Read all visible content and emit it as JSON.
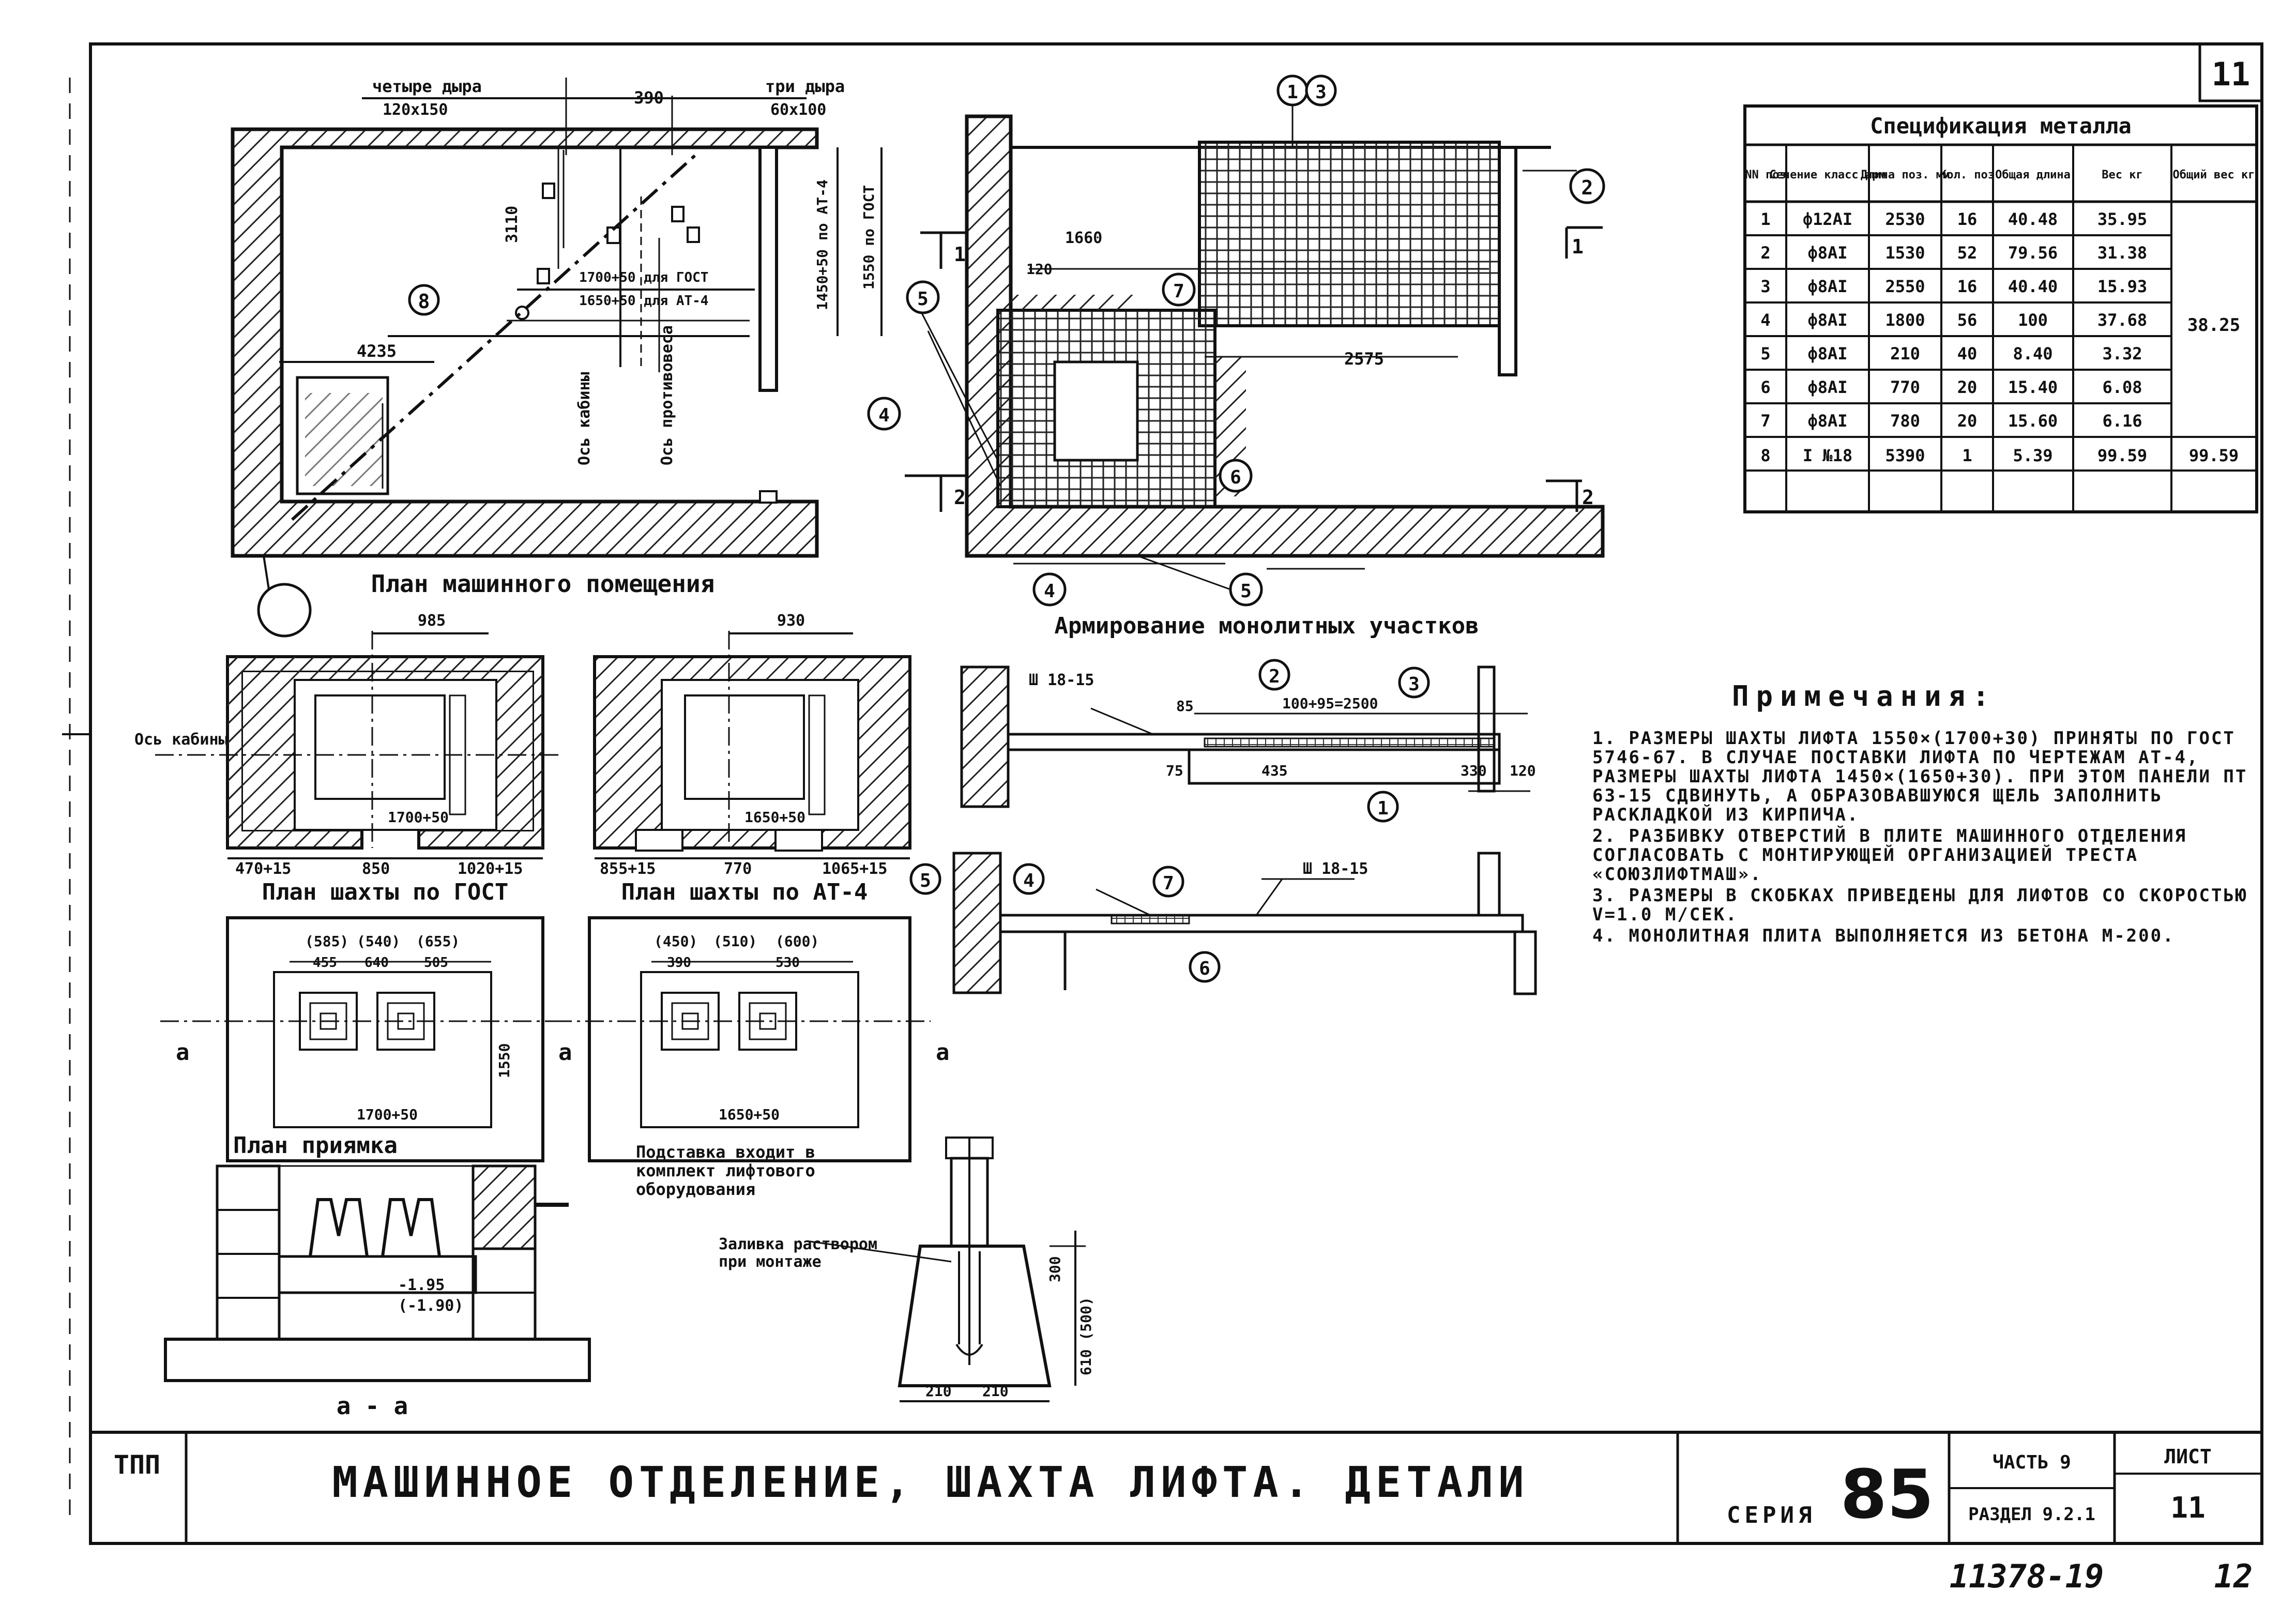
{
  "sheet": {
    "number_top": "11",
    "stamp": "ТПП",
    "title": "МАШИННОЕ ОТДЕЛЕНИЕ, ШАХТА ЛИФТА. ДЕТАЛИ",
    "series_label": "СЕРИЯ",
    "series_value": "85",
    "part": "ЧАСТЬ 9",
    "section": "РАЗДЕЛ 9.2.1",
    "sheet_label": "ЛИСТ",
    "sheet_value": "11",
    "inventory": "11378-19",
    "page": "12"
  },
  "captions": {
    "machine_room_plan": "План машинного помещения",
    "monolithic_reinforcement": "Армирование монолитных участков",
    "shaft_plan_gost": "План шахты по ГОСТ",
    "shaft_plan_at4": "План шахты по АТ-4",
    "pit_plan": "План приямка",
    "section_aa": "а - а",
    "stand_note": "Подставка входит в комплект лифтового оборудования",
    "fixing_note": "Заливка раствором при монтаже"
  },
  "dims": {
    "four_holes": "четыре дыра",
    "four_holes_size": "120х150",
    "three_holes": "три дыра",
    "three_holes_size": "60х100",
    "d_390": "390",
    "d_4235": "4235",
    "d_3110": "3110",
    "d_1660": "1660",
    "d_2575": "2575",
    "d_120": "120",
    "d_1450": "1450+50 по АТ-4",
    "d_1550": "1550 по ГОСТ",
    "d_1700": "1700+50 для ГОСТ",
    "d_1650": "1650+50 для АТ-4",
    "axis_cabin": "Ось кабины",
    "axis_counterweight": "Ось противовеса",
    "d_985": "985",
    "d_930": "930",
    "d_470": "470+15",
    "d_850": "850",
    "d_1020": "1020+15",
    "d_855": "855+15",
    "d_770": "770",
    "d_1065": "1065+15",
    "d_1700_50": "1700+50",
    "d_1650_50": "1650+50",
    "p_585": "(585)",
    "p_540": "(540)",
    "p_655": "(655)",
    "p_450": "(450)",
    "p_510": "(510)",
    "p_600": "(600)",
    "d_455": "455",
    "d_640": "640",
    "d_505": "505",
    "d_390b": "390",
    "d_530": "530",
    "d_1550b": "1550",
    "beam_label": "Ш 18-15",
    "rebar_spacing": "100+95=2500",
    "d_85": "85",
    "d_75": "75",
    "d_435": "435",
    "d_330": "330",
    "d_120b": "120",
    "lvl_1": "-1.95",
    "lvl_2": "(-1.90)",
    "d_300": "300",
    "d_610": "610 (500)",
    "d_210a": "210",
    "d_210b": "210",
    "section_1": "1",
    "section_2": "2",
    "mark_a": "а",
    "axis_short": "Ось кабины"
  },
  "callouts": [
    "1",
    "2",
    "3",
    "4",
    "5",
    "6",
    "7",
    "8"
  ],
  "spec_table": {
    "title": "Спецификация металла",
    "headers": [
      "NN поз",
      "Сечение класс арм",
      "Длина поз. мм",
      "Кол. поз",
      "Общая длина",
      "Вес кг",
      "Общий вес кг"
    ],
    "rows": [
      [
        "1",
        "ф12АI",
        "2530",
        "16",
        "40.48",
        "35.95"
      ],
      [
        "2",
        "ф8АI",
        "1530",
        "52",
        "79.56",
        "31.38"
      ],
      [
        "3",
        "ф8АI",
        "2550",
        "16",
        "40.40",
        "15.93"
      ],
      [
        "4",
        "ф8АI",
        "1800",
        "56",
        "100",
        "37.68"
      ],
      [
        "5",
        "ф8АI",
        "210",
        "40",
        "8.40",
        "3.32"
      ],
      [
        "6",
        "ф8АI",
        "770",
        "20",
        "15.40",
        "6.08"
      ],
      [
        "7",
        "ф8АI",
        "780",
        "20",
        "15.60",
        "6.16"
      ],
      [
        "8",
        "I №18",
        "5390",
        "1",
        "5.39",
        "99.59"
      ]
    ],
    "total_rebar": "38.25",
    "total_beam": "99.59"
  },
  "notes": {
    "heading": "Примечания:",
    "items": [
      "1. Размеры шахты лифта 1550×(1700+30) приняты по ГОСТ 5746-67. В случае поставки лифта по чертежам АТ-4, размеры шахты лифта 1450×(1650+30). При этом панели ПТ 63-15 сдвинуть, а образовавшуюся щель заполнить раскладкой из кирпича.",
      "2. Разбивку отверстий в плите машинного отделения согласовать с монтирующей организацией треста «Союзлифтмаш».",
      "3. Размеры в скобках приведены для лифтов со скоростью V=1.0 м/сек.",
      "4. Монолитная плита выполняется из бетона М-200."
    ]
  }
}
